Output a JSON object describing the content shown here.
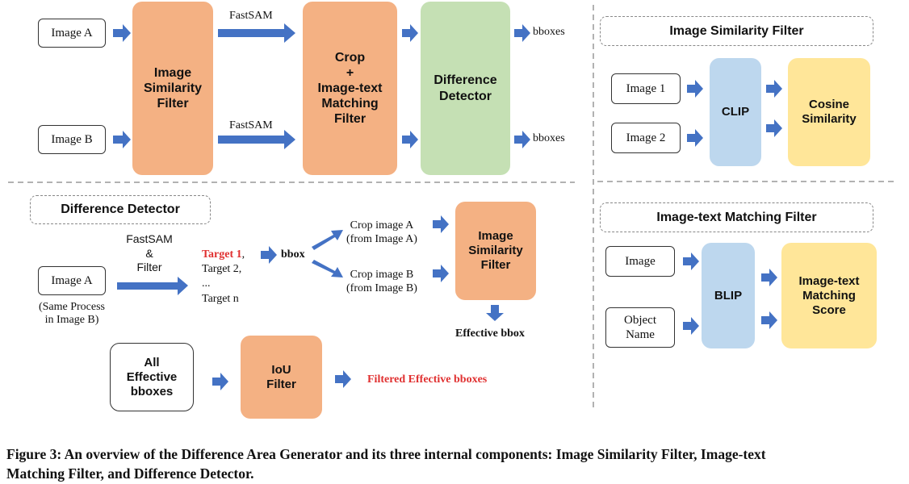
{
  "top": {
    "image_a": "Image A",
    "image_b": "Image B",
    "image_similarity_filter": "Image\nSimilarity\nFilter",
    "fastsam_top": "FastSAM",
    "fastsam_bottom": "FastSAM",
    "crop_matching_filter": "Crop\n+\nImage-text\nMatching\nFilter",
    "difference_detector": "Difference\nDetector",
    "bboxes_top": "bboxes",
    "bboxes_bottom": "bboxes"
  },
  "image_similarity_panel": {
    "title": "Image Similarity Filter",
    "image1": "Image 1",
    "image2": "Image 2",
    "clip": "CLIP",
    "cosine": "Cosine\nSimilarity"
  },
  "matching_panel": {
    "title": "Image-text Matching Filter",
    "image": "Image",
    "object_name": "Object\nName",
    "blip": "BLIP",
    "score": "Image-text\nMatching\nScore"
  },
  "detector_panel": {
    "title": "Difference Detector",
    "fastsam_filter": "FastSAM\n&\nFilter",
    "image_a": "Image A",
    "same_process": "(Same Process\nin Image B)",
    "target1": "Target 1",
    "target1_comma": ",",
    "targets_rest": "Target 2,\n...\nTarget n",
    "bbox": "bbox",
    "crop_a": "Crop image A\n(from Image A)",
    "crop_b": "Crop image B\n(from Image B)",
    "similarity_filter": "Image\nSimilarity\nFilter",
    "effective_bbox": "Effective bbox",
    "all_effective": "All\nEffective\nbboxes",
    "iou_filter": "IoU\nFilter",
    "filtered": "Filtered Effective bboxes"
  },
  "caption": {
    "line1": "Figure 3: An overview of the Difference Area Generator and its three internal components: Image Similarity Filter, Image-text",
    "line2": "Matching Filter, and Difference Detector."
  },
  "colors": {
    "arrow": "#4472c4",
    "orange": "#f4b183",
    "green": "#c5e0b4",
    "blue": "#bdd7ee",
    "yellow": "#ffe699",
    "red_text": "#e03030"
  }
}
